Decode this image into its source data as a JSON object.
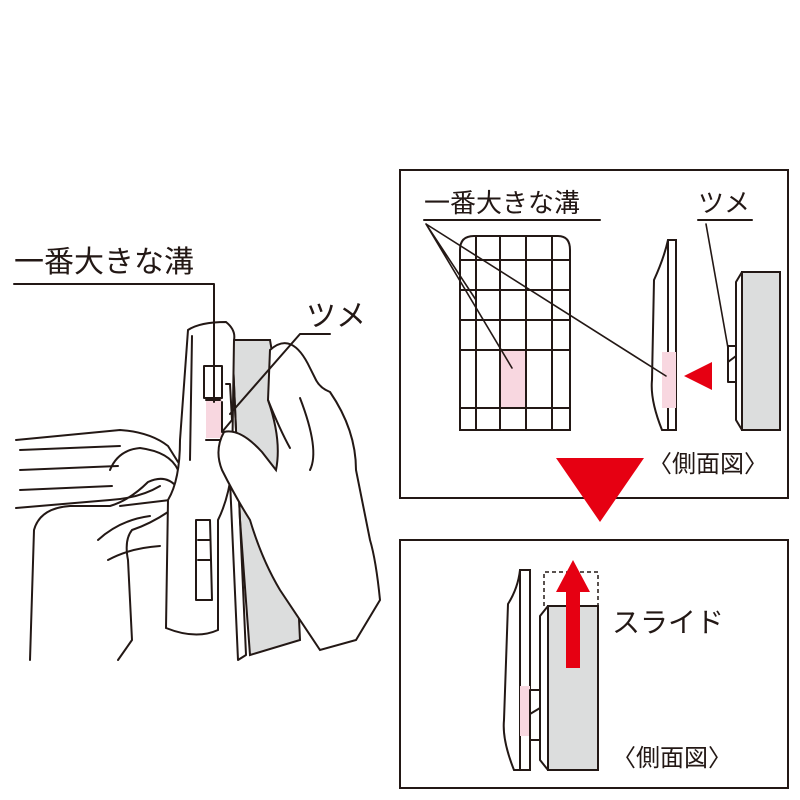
{
  "labels": {
    "groove_main": "一番大きな溝",
    "claw_main": "ツメ",
    "groove_panel": "一番大きな溝",
    "claw_panel": "ツメ",
    "side_view_top": "〈側面図〉",
    "slide": "スライド",
    "side_view_bottom": "〈側面図〉"
  },
  "colors": {
    "ink": "#231815",
    "highlight_pink": "#f8d7e0",
    "accent_red": "#e60012",
    "panel_gray": "#dcdddd"
  }
}
